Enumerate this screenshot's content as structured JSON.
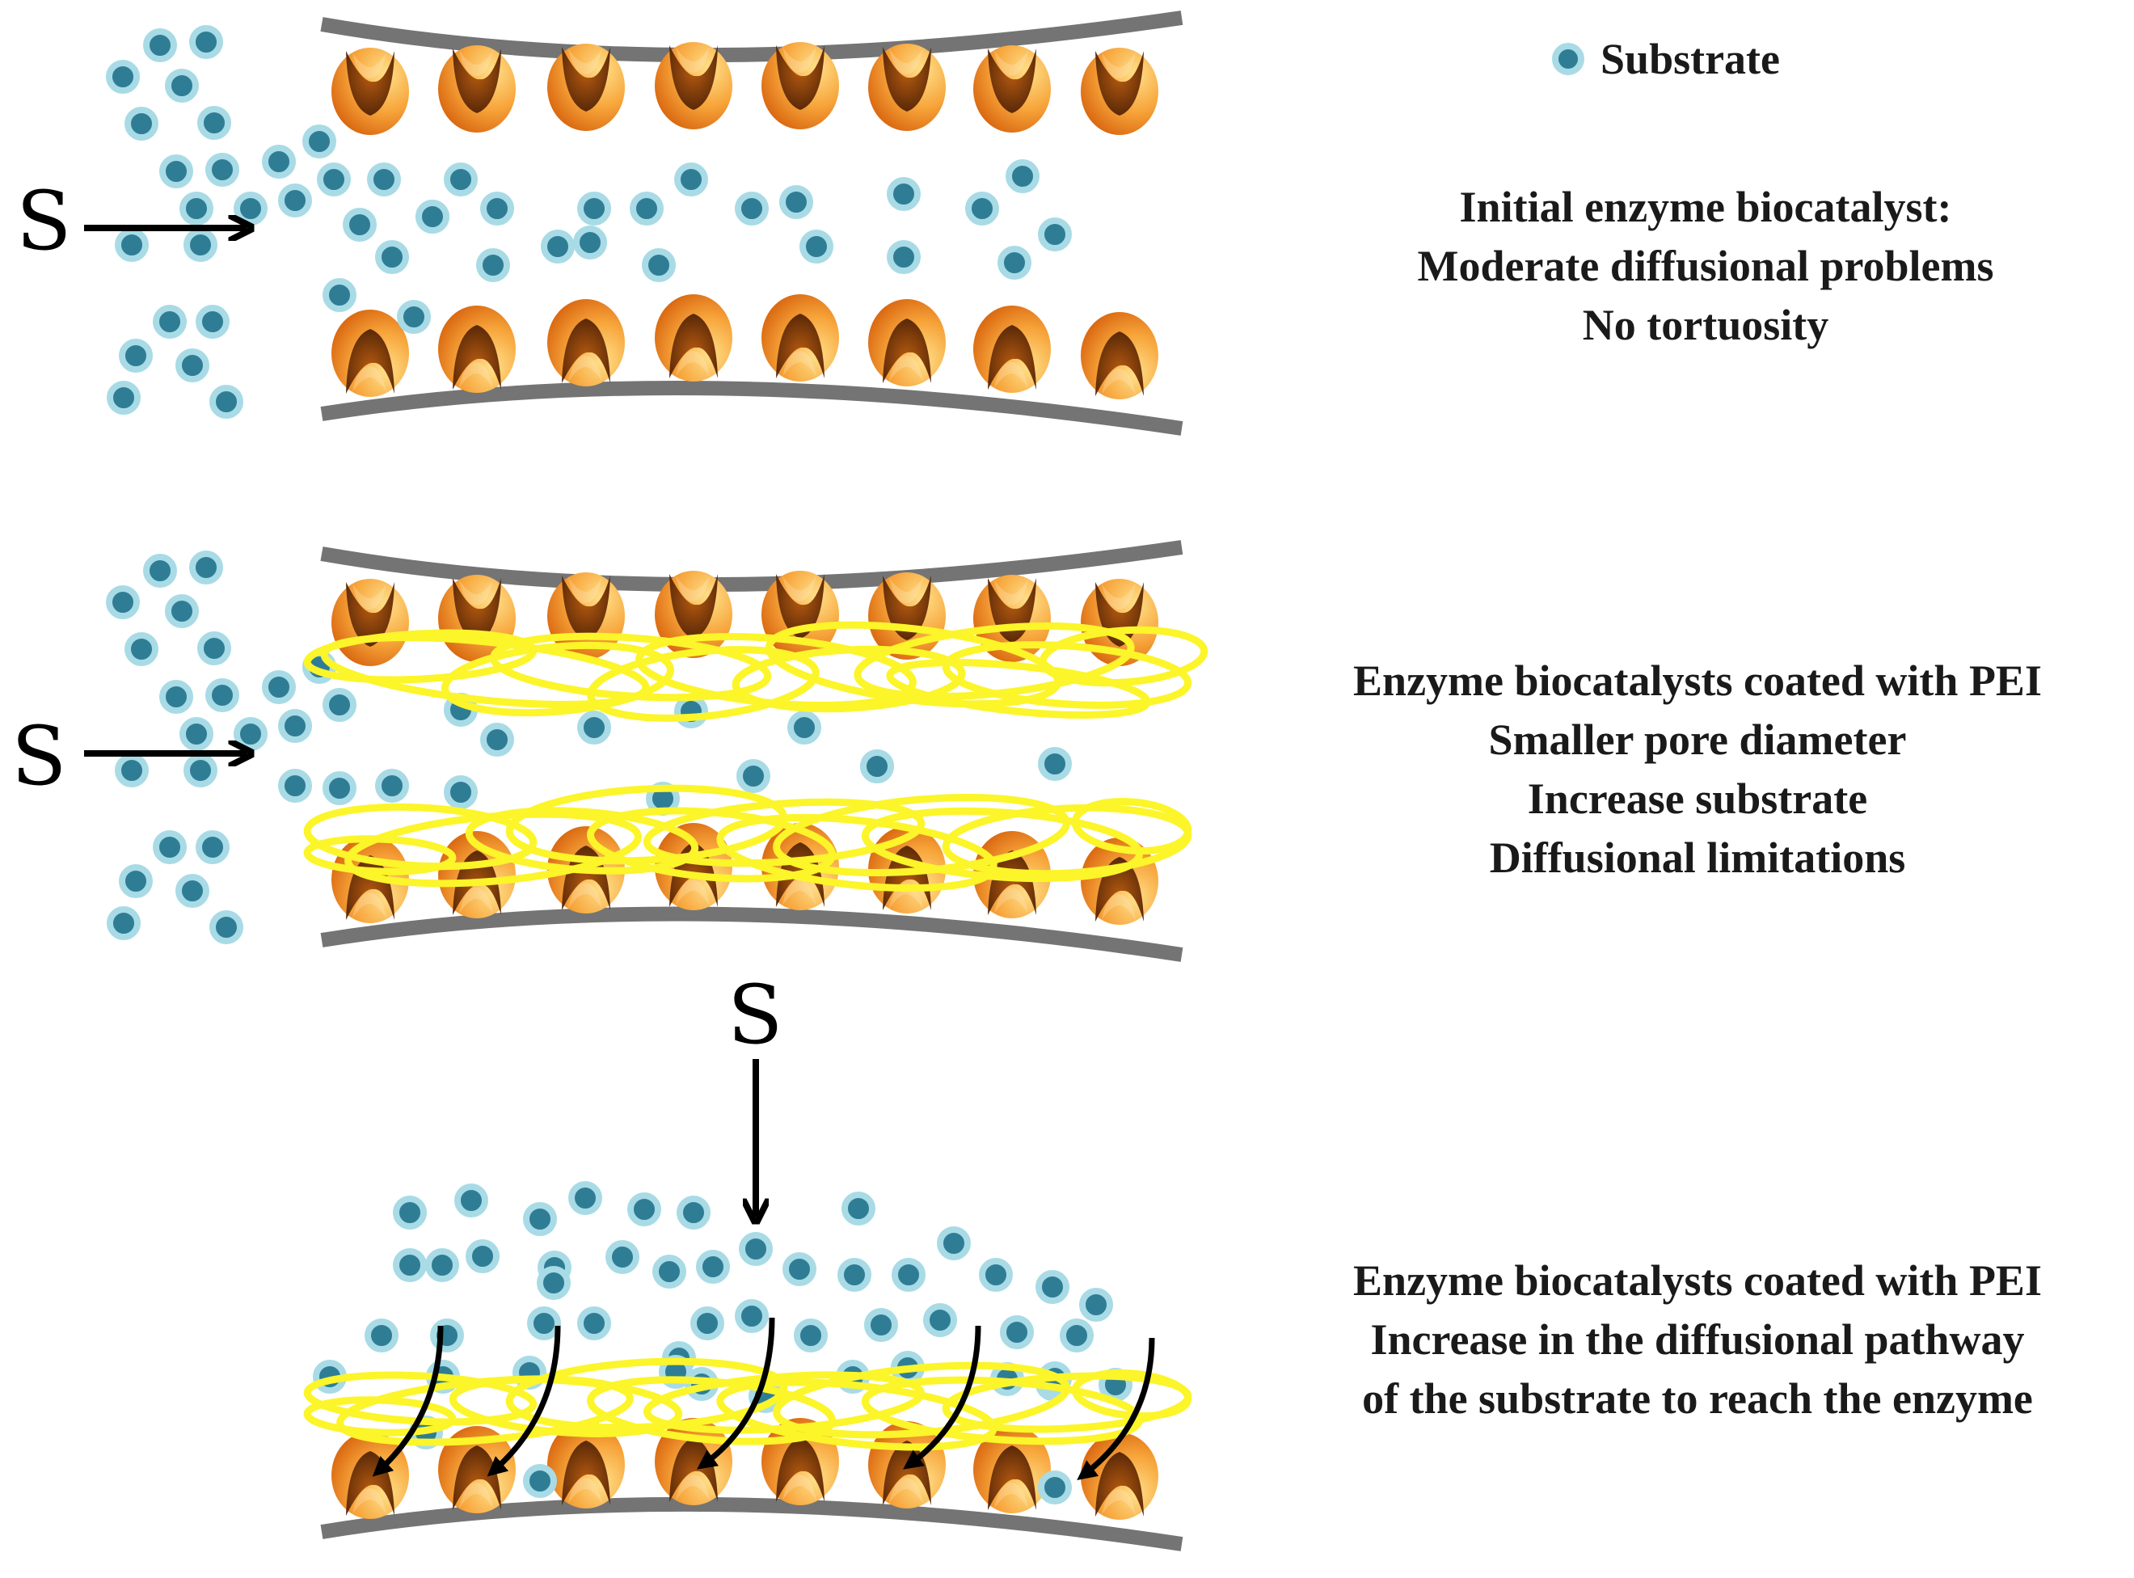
{
  "legend": {
    "label": "Substrate"
  },
  "panels": [
    {
      "arrow_label": "S",
      "lines": [
        "Initial enzyme biocatalyst:",
        "Moderate diffusional problems",
        "No tortuosity"
      ]
    },
    {
      "arrow_label": "S",
      "lines": [
        "Enzyme biocatalysts coated with PEI",
        "Smaller pore diameter",
        "Increase substrate",
        "Diffusional limitations"
      ]
    },
    {
      "arrow_label": "S",
      "lines": [
        "Enzyme biocatalysts coated with PEI",
        "Increase in the diffusional pathway",
        "of the substrate to reach the enzyme"
      ]
    }
  ],
  "colors": {
    "wall": "#747474",
    "enzyme_light": "#ffce5c",
    "enzyme_dark": "#e97b16",
    "enzyme_pocket": "#5a2a08",
    "substrate_core": "#2f7d95",
    "substrate_ring": "#a8dbe6",
    "pei_coating": "#fbf52a",
    "arrow": "#000000"
  },
  "icons": [
    "enzyme-icon",
    "substrate-icon",
    "pei-coating-icon",
    "arrow-icon"
  ]
}
